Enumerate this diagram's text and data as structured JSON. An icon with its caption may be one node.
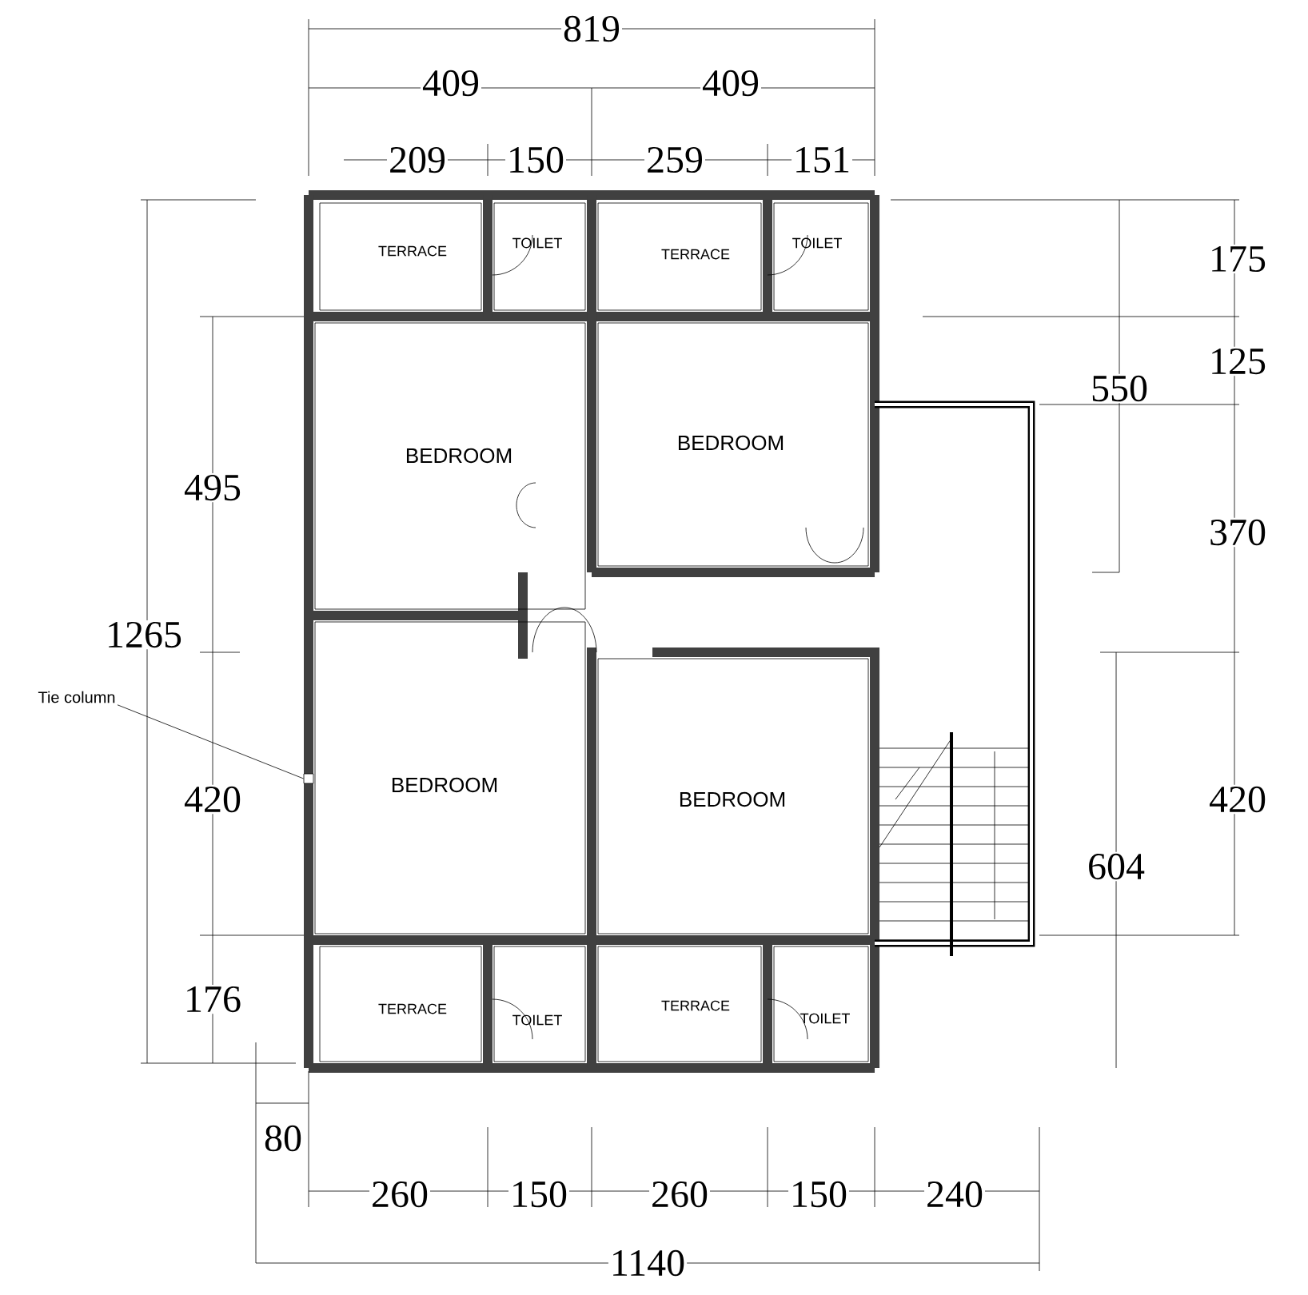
{
  "diagram": {
    "nodes": [
      {
        "text": [
          "TERRACE"
        ]
      },
      {
        "text": [
          "TOILET"
        ]
      },
      {
        "text": [
          "TERRACE"
        ]
      },
      {
        "text": [
          "TOILET"
        ]
      },
      {
        "text": [
          "BEDROOM"
        ]
      },
      {
        "text": [
          "BEDROOM"
        ]
      },
      {
        "text": [
          "BEDROOM"
        ]
      },
      {
        "text": [
          "BEDROOM"
        ]
      },
      {
        "text": [
          "TERRACE"
        ]
      },
      {
        "text": [
          "TOILET"
        ]
      },
      {
        "text": [
          "TERRACE"
        ]
      },
      {
        "text": [
          "TOILET"
        ]
      },
      {
        "text": [
          "Tie column"
        ]
      },
      {
        "text": [],
        "shape": "box"
      }
    ],
    "edges": [
      {
        "from": 12,
        "to": 13,
        "arrow": "none"
      }
    ],
    "labels": [
      "819",
      "409",
      "409",
      "209",
      "150",
      "259",
      "151",
      "175",
      "125",
      "550",
      "495",
      "370",
      "1265",
      "420",
      "420",
      "604",
      "176",
      "80",
      "260",
      "150",
      "260",
      "150",
      "240",
      "1140"
    ]
  }
}
